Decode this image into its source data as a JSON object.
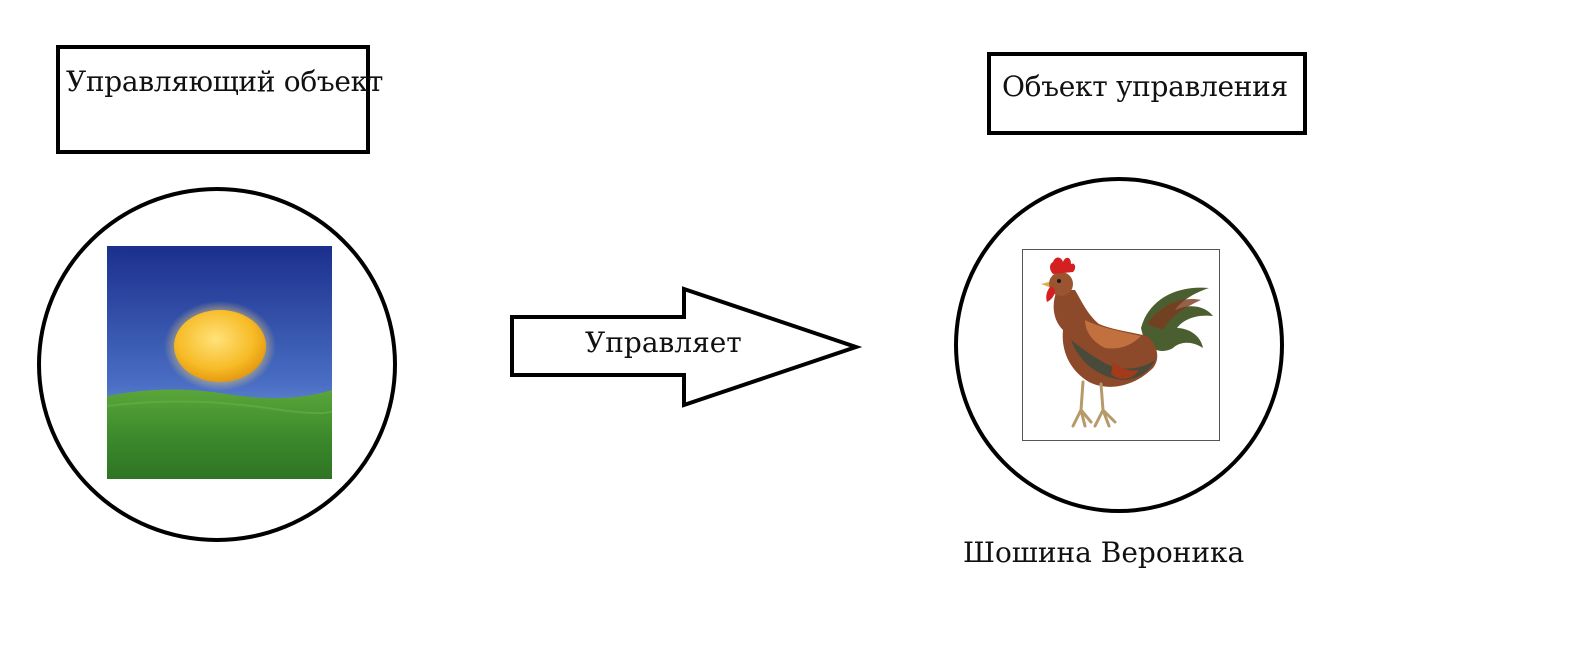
{
  "controller_box": {
    "label": "Управляющий объект"
  },
  "controlled_box": {
    "label": "Объект управления"
  },
  "arrow": {
    "label": "Управляет"
  },
  "author": {
    "name": "Шошина Вероника"
  },
  "icons": {
    "controller": "sun-over-field-icon",
    "controlled": "rooster-icon",
    "connector": "arrow-right-icon"
  },
  "colors": {
    "outline": "#000000",
    "sky_top": "#1b2f8c",
    "sky_bottom": "#8fb2e8",
    "sun": "#f6b821",
    "grass": "#3d8b2c"
  }
}
